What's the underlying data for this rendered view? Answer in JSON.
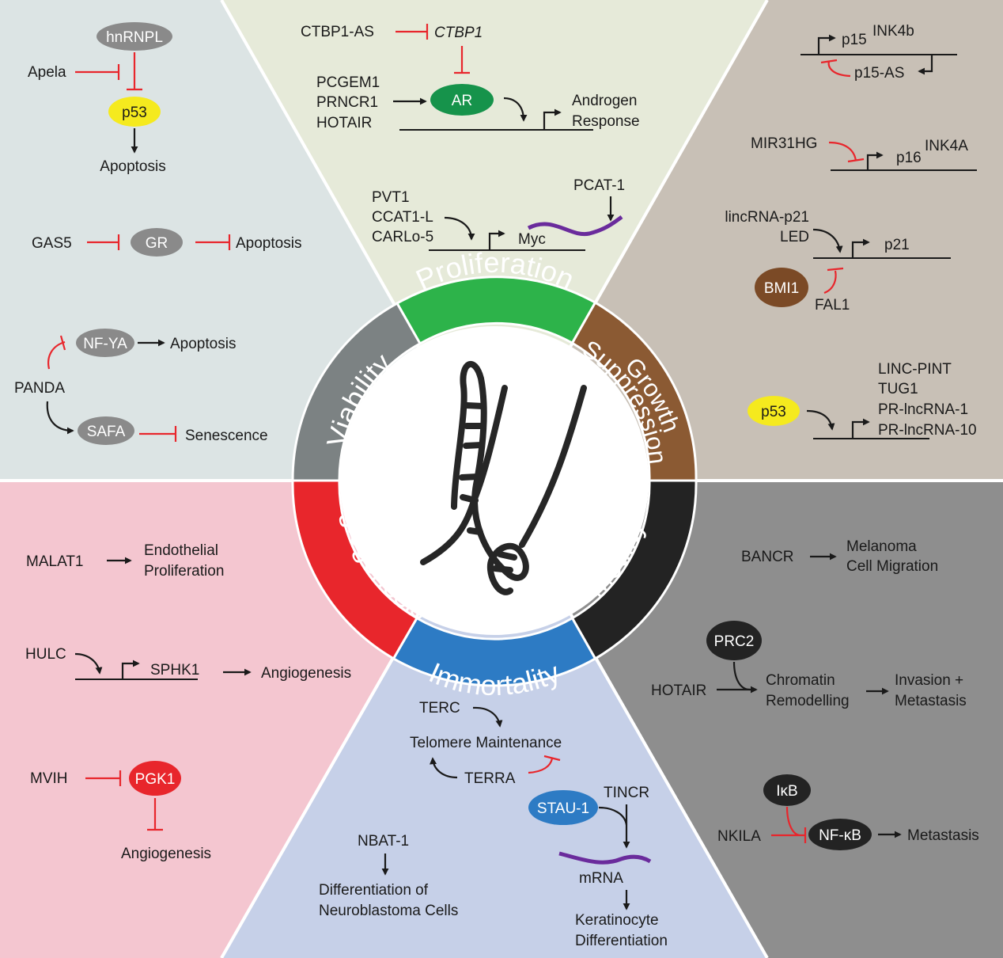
{
  "ring": {
    "proliferation": "Proliferation",
    "growth_line1": "Growth",
    "growth_line2": "Suppression",
    "motility": "Motility",
    "immortality": "Immortality",
    "angiogenesis": "Angiogenesis",
    "viability": "Viability"
  },
  "colors": {
    "viability_bg": "#dce4e4",
    "proliferation_bg": "#e6ead9",
    "growth_bg": "#c8c0b6",
    "motility_bg": "#8e8e8e",
    "immortality_bg": "#c6d0e8",
    "angiogenesis_bg": "#f4c6d0",
    "ring_proliferation": "#2db34a",
    "ring_growth": "#8b5a33",
    "ring_motility": "#232323",
    "ring_immortality": "#2d7bc4",
    "ring_angiogenesis": "#e8262c",
    "ring_viability": "#7c8283",
    "inhibition": "#e8262c",
    "mrna": "#6a2b9c",
    "p53_node": "#f5ea1e"
  },
  "viability": {
    "hnrnpl": "hnRNPL",
    "apela": "Apela",
    "p53": "p53",
    "apoptosis1": "Apoptosis",
    "gas5": "GAS5",
    "gr": "GR",
    "apoptosis2": "Apoptosis",
    "nfya": "NF-YA",
    "apoptosis3": "Apoptosis",
    "panda": "PANDA",
    "safa": "SAFA",
    "senescence": "Senescence"
  },
  "proliferation": {
    "ctbp1_as": "CTBP1-AS",
    "ctbp1": "CTBP1",
    "pcgem1": "PCGEM1",
    "prncr1": "PRNCR1",
    "hotair": "HOTAIR",
    "ar": "AR",
    "androgen": "Androgen",
    "response": "Response",
    "pvt1": "PVT1",
    "ccat1l": "CCAT1-L",
    "carlo5": "CARLo-5",
    "myc": "Myc",
    "pcat1": "PCAT-1"
  },
  "growth": {
    "p15": "p15",
    "p15_sup": "INK4b",
    "p15as": "p15-AS",
    "mir31hg": "MIR31HG",
    "p16": "p16",
    "p16_sup": "INK4A",
    "lincrna_p21": "lincRNA-p21",
    "led": "LED",
    "p21": "p21",
    "bmi1": "BMI1",
    "fal1": "FAL1",
    "linc_pint": "LINC-PINT",
    "tug1": "TUG1",
    "pr_lncrna1": "PR-lncRNA-1",
    "pr_lncrna10": "PR-lncRNA-10",
    "p53": "p53"
  },
  "motility": {
    "bancr": "BANCR",
    "melanoma": "Melanoma",
    "cell_migration": "Cell Migration",
    "prc2": "PRC2",
    "hotair": "HOTAIR",
    "chromatin": "Chromatin",
    "remodelling": "Remodelling",
    "invasion": "Invasion +",
    "metastasis1": "Metastasis",
    "ikb": "IκB",
    "nkila": "NKILA",
    "nfkb": "NF-κB",
    "metastasis2": "Metastasis"
  },
  "immortality": {
    "terc": "TERC",
    "telomere": "Telomere Maintenance",
    "terra": "TERRA",
    "stau1": "STAU-1",
    "tincr": "TINCR",
    "mrna": "mRNA",
    "keratinocyte": "Keratinocyte",
    "differentiation": "Differentiation",
    "nbat1": "NBAT-1",
    "diff_of": "Differentiation of",
    "neuroblastoma": "Neuroblastoma Cells"
  },
  "angiogenesis": {
    "malat1": "MALAT1",
    "endothelial": "Endothelial",
    "prolif": "Proliferation",
    "hulc": "HULC",
    "sphk1": "SPHK1",
    "angio1": "Angiogenesis",
    "mvih": "MVIH",
    "pgk1": "PGK1",
    "angio2": "Angiogenesis"
  }
}
